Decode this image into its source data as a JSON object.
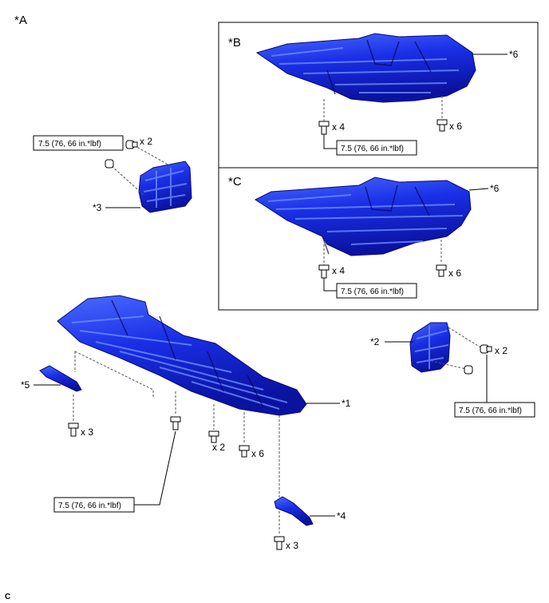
{
  "view_labels": {
    "a": "*A",
    "b": "*B",
    "c": "*C"
  },
  "parts": {
    "p1": "*1",
    "p2": "*2",
    "p3": "*3",
    "p4": "*4",
    "p5": "*5",
    "p6_b": "*6",
    "p6_c": "*6"
  },
  "torque_spec": "7.5 (76, 66 in.*lbf)",
  "quantities": {
    "upper_clip": "x 2",
    "b_left": "x 4",
    "b_right": "x 6",
    "c_left": "x 4",
    "c_right": "x 6",
    "right_clip": "x 2",
    "left_bolts": "x 3",
    "mid_bolts": "x 2",
    "center_bolts": "x 6",
    "lower_bolts": "x 3"
  },
  "footer_code": "C",
  "colors": {
    "part_blue": "#1a2fe6",
    "part_highlight": "#5f86ff",
    "part_dark": "#0a0a7a"
  }
}
